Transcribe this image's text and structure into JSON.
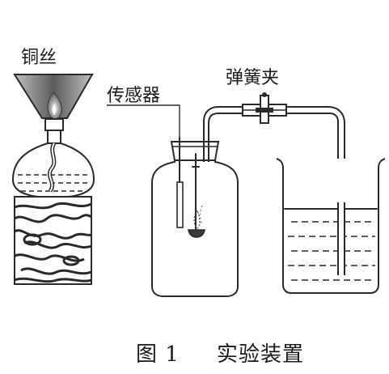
{
  "labels": {
    "copper_wire": "铜丝",
    "sensor": "传感器",
    "spring_clip": "弹簧夹"
  },
  "caption": {
    "figure_number": "图 1",
    "title": "实验装置"
  },
  "colors": {
    "ink": "#2a2a2a",
    "wood": "#ffffff",
    "background": "#ffffff"
  }
}
